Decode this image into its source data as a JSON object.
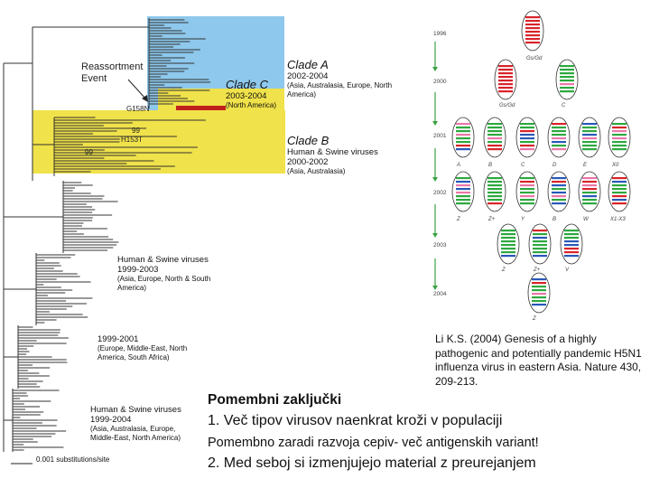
{
  "tree": {
    "annotations": {
      "reassortment": "Reassortment Event",
      "bootstrap_1": "G158N",
      "bootstrap_2": "99",
      "bootstrap_3": "H153T",
      "bootstrap_4": "99"
    },
    "clade_a": {
      "title": "Clade A",
      "years": "2002-2004",
      "region": "(Asia, Australasia, Europe, North America)"
    },
    "clade_c": {
      "title": "Clade C",
      "years": "2003-2004",
      "region": "(North America)"
    },
    "clade_b": {
      "title": "Clade B",
      "hosts": "Human & Swine viruses",
      "years": "2000-2002",
      "region": "(Asia, Australasia)"
    },
    "group_1": {
      "hosts": "Human & Swine viruses",
      "years": "1999-2003",
      "region": "(Asia, Europe, North & South America)"
    },
    "group_2": {
      "years": "1999-2001",
      "region": "(Europe, Middle-East, North America, South Africa)"
    },
    "group_3": {
      "hosts": "Human & Swine viruses",
      "years": "1999-2004",
      "region": "(Asia, Australasia, Europe, Middle-East, North America)"
    },
    "scale": "0.001 substitutions/site",
    "colors": {
      "blue": "#8ec8ec",
      "yellow": "#f0e24a",
      "red": "#c0201b"
    }
  },
  "genotype_diagram": {
    "years": [
      "1996",
      "2000",
      "2001",
      "2002",
      "2003",
      "2004"
    ],
    "strains": {
      "row1": [
        "Gs/Gd"
      ],
      "row2": [
        "Gs/Gd",
        "C"
      ],
      "row3": [
        "A",
        "B",
        "C",
        "D",
        "E",
        "X0"
      ],
      "row4": [
        "Z",
        "Z+",
        "Y",
        "B",
        "W",
        "X1-X3"
      ],
      "row5": [
        "Z",
        "Z+",
        "V"
      ],
      "row6": [
        "Z"
      ]
    },
    "colors": {
      "red": "#d8232a",
      "green": "#2da83f",
      "blue": "#2858b8",
      "pink": "#e977a8",
      "black": "#111111",
      "arrow": "#3aa142"
    }
  },
  "citation": "Li K.S. (2004) Genesis of a highly pathogenic and potentially pandemic H5N1 influenza virus in eastern Asia. Nature 430, 209-213.",
  "conclusions": {
    "heading": "Pomembni zaključki",
    "point1": "1. Več tipov virusov naenkrat kroži v populaciji",
    "point1_sub": "Pomembno zaradi razvoja cepiv- več antigenskih variant!",
    "point2": "2. Med seboj si izmenjujejo material z preurejanjem"
  }
}
